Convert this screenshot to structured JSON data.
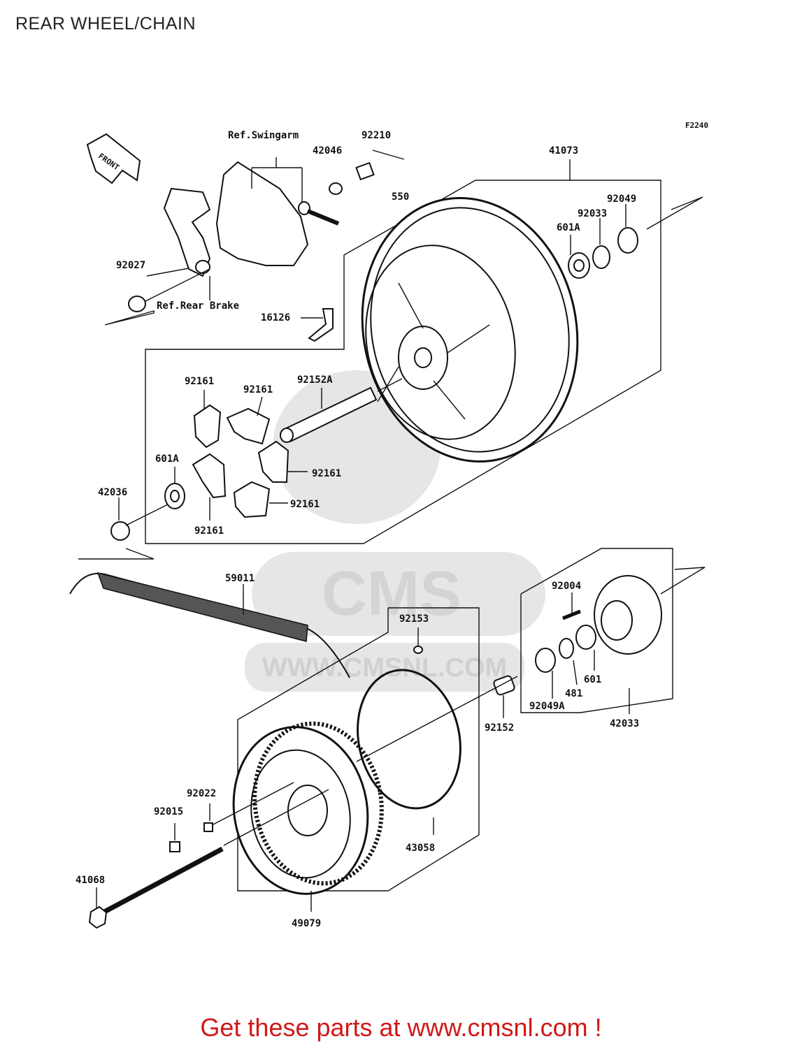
{
  "title": "REAR WHEEL/CHAIN",
  "figure_code": "F2240",
  "front_tag": "FRONT",
  "watermark": {
    "brand": "CMS",
    "url": "WWW.CMSNL.COM"
  },
  "refs": {
    "swingarm": "Ref.Swingarm",
    "rear_brake": "Ref.Rear Brake"
  },
  "parts": {
    "p92210": "92210",
    "p42046": "42046",
    "p550": "550",
    "p41073": "41073",
    "p92049": "92049",
    "p92033": "92033",
    "p601A_top": "601A",
    "p92027": "92027",
    "p16126": "16126",
    "p92161_a": "92161",
    "p92161_b": "92161",
    "p92152A": "92152A",
    "p601A_mid": "601A",
    "p92161_c": "92161",
    "p42036": "42036",
    "p92161_d": "92161",
    "p92161_e": "92161",
    "p59011": "59011",
    "p92004": "92004",
    "p92153": "92153",
    "p601": "601",
    "p481": "481",
    "p92049A": "92049A",
    "p42033": "42033",
    "p92152": "92152",
    "p92022": "92022",
    "p92015": "92015",
    "p43058": "43058",
    "p41068": "41068",
    "p49079": "49079"
  },
  "footer": "Get these parts at www.cmsnl.com !"
}
